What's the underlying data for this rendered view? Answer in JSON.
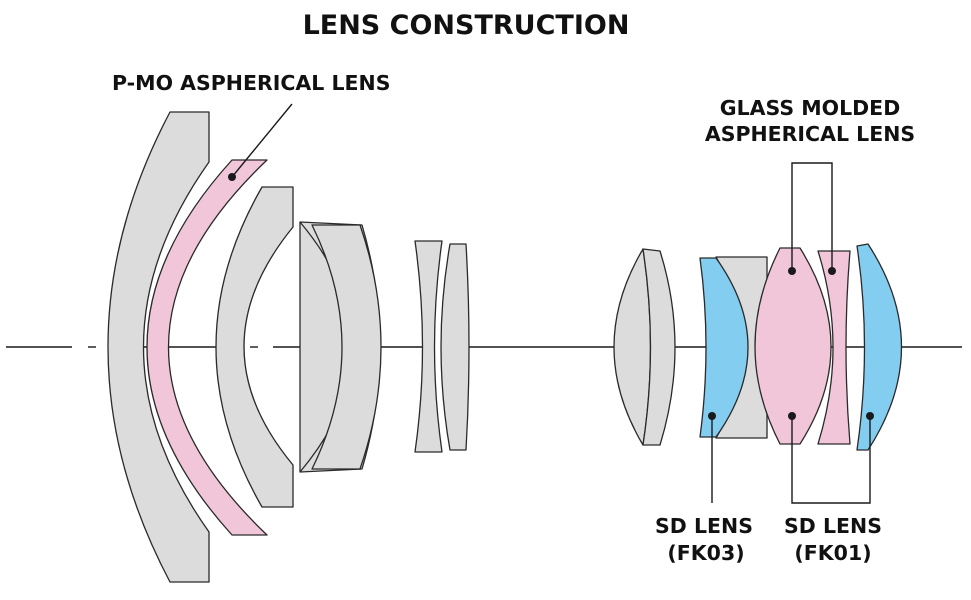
{
  "title": "LENS CONSTRUCTION",
  "labels": {
    "pmo": "P-MO ASPHERICAL LENS",
    "glass_line1": "GLASS MOLDED",
    "glass_line2": "ASPHERICAL LENS",
    "sd1_line1": "SD LENS",
    "sd1_line2": "(FK03)",
    "sd2_line1": "SD LENS",
    "sd2_line2": "(FK01)"
  },
  "colors": {
    "standard_element": "#dcdcdc",
    "aspherical_element": "#f2c6d9",
    "sd_element": "#82cdf0",
    "outline": "#2a2a2a"
  }
}
